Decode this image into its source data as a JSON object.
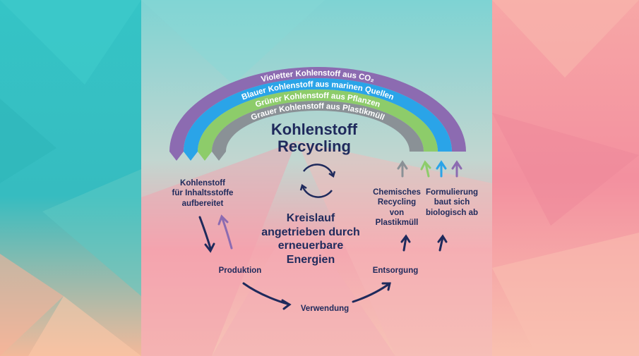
{
  "title": {
    "line1": "Kohlenstoff",
    "line2": "Recycling"
  },
  "arcs": [
    {
      "label": "Violetter Kohlenstoff aus CO₂",
      "color": "#8c6bb1"
    },
    {
      "label": "Blauer Kohlenstoff aus marinen Quellen",
      "color": "#2aa4e8"
    },
    {
      "label": "Grüner Kohlenstoff aus Pflanzen",
      "color": "#8dcc6a"
    },
    {
      "label": "Grauer Kohlenstoff aus Plastikmüll",
      "color": "#8a9196"
    }
  ],
  "center": {
    "line1": "Kreislauf",
    "line2": "angetrieben durch",
    "line3": "erneuerbare",
    "line4": "Energien"
  },
  "steps": {
    "kohlenstoff": {
      "line1": "Kohlenstoff",
      "line2": "für Inhaltsstoffe",
      "line3": "aufbereitet"
    },
    "produktion": "Produktion",
    "verwendung": "Verwendung",
    "entsorgung": "Entsorgung",
    "chemisch": {
      "line1": "Chemisches",
      "line2": "Recycling von",
      "line3": "Plastikmüll"
    },
    "formulierung": {
      "line1": "Formulierung",
      "line2": "baut sich",
      "line3": "biologisch ab"
    }
  },
  "colors": {
    "navy": "#1f2a5c",
    "violet": "#8c6bb1",
    "blue": "#2aa4e8",
    "green": "#8dcc6a",
    "grey": "#8a9196"
  }
}
